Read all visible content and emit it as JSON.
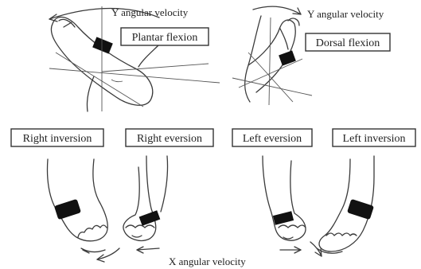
{
  "top_left": {
    "axis_label": "Y angular velocity",
    "motion_label": "Plantar flexion"
  },
  "top_right": {
    "axis_label": "Y angular velocity",
    "motion_label": "Dorsal flexion"
  },
  "middle_labels": {
    "right_inversion": "Right inversion",
    "right_eversion": "Right eversion",
    "left_eversion": "Left eversion",
    "left_inversion": "Left inversion"
  },
  "bottom": {
    "axis_label": "X angular velocity"
  }
}
